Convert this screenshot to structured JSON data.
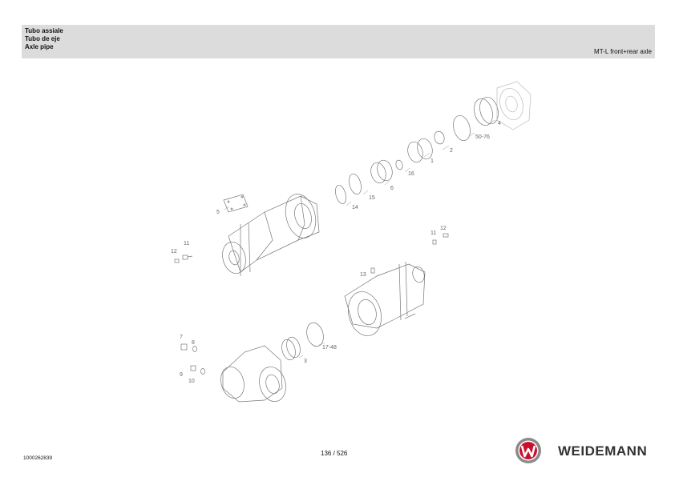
{
  "header": {
    "title_it": "Tubo assiale",
    "title_es": "Tubo de eje",
    "title_en": "Axle pipe",
    "subtitle": "MT-L front+rear axle"
  },
  "callouts": {
    "c1": "1",
    "c2": "2",
    "c3": "3",
    "c4": "4",
    "c5": "5",
    "c6": "6",
    "c7": "7",
    "c8": "8",
    "c9": "9",
    "c10": "10",
    "c11a": "11",
    "c11b": "11",
    "c12a": "12",
    "c12b": "12",
    "c13": "13",
    "c14": "14",
    "c15": "15",
    "c16": "16",
    "c17_48": "17-48",
    "c50_76": "50-76"
  },
  "footer": {
    "doc_number": "1000262839",
    "page": "136 / 526",
    "brand": "WEIDEMANN"
  }
}
